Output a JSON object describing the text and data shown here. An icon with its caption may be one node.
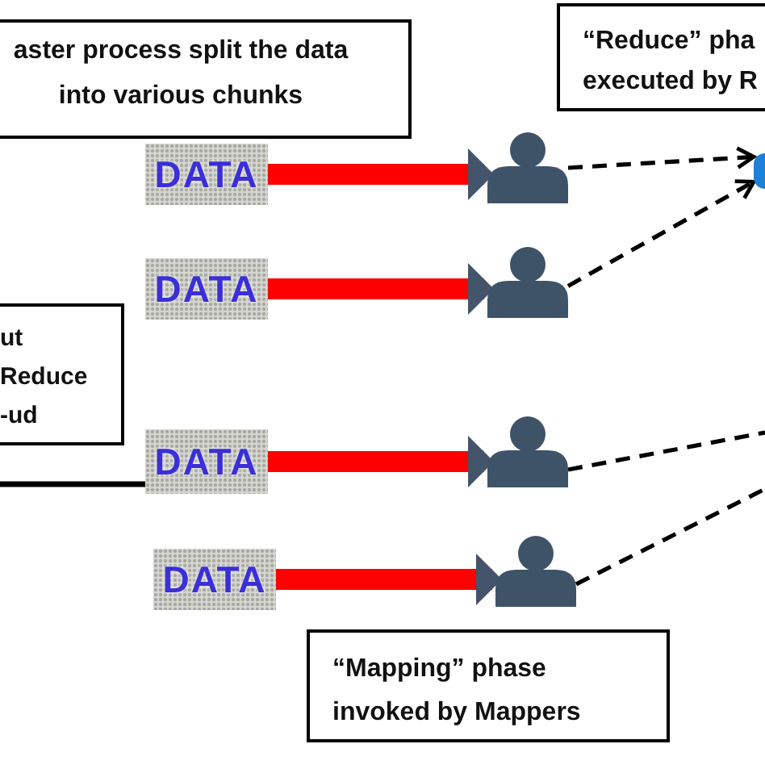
{
  "diagram": {
    "nodes": [
      {
        "text": [
          "aster process split the data into various chunks"
        ]
      },
      {
        "text": [
          "“Reduce” pha executed by R"
        ]
      },
      {
        "text": [
          "DATA"
        ]
      },
      {
        "text": [],
        "shape": "person"
      },
      {
        "text": [],
        "shape": "circle"
      },
      {
        "text": [
          "DATA"
        ]
      },
      {
        "text": [],
        "shape": "person"
      },
      {
        "text": [
          "ut Reduce -ud"
        ]
      },
      {
        "text": [
          "DATA"
        ]
      },
      {
        "text": [],
        "shape": "person"
      },
      {
        "text": [
          "DATA"
        ]
      },
      {
        "text": [],
        "shape": "person"
      },
      {
        "text": [
          "“Mapping” phase invoked by Mappers"
        ]
      }
    ],
    "edges": [
      {
        "from": 2,
        "to": 3,
        "arrow": "to",
        "style": "thick",
        "color": "#ff0000"
      },
      {
        "from": 3,
        "to": 4,
        "arrow": "to",
        "style": "dashed"
      },
      {
        "from": 5,
        "to": 6,
        "arrow": "to",
        "style": "thick",
        "color": "#ff0000"
      },
      {
        "from": 6,
        "to": 4,
        "arrow": "to",
        "style": "dashed"
      },
      {
        "from": null,
        "to": 8,
        "arrow": "none"
      },
      {
        "from": 8,
        "to": 9,
        "arrow": "to",
        "style": "thick",
        "color": "#ff0000"
      },
      {
        "from": 9,
        "to": null,
        "arrow": "none",
        "style": "dashed"
      },
      {
        "from": 10,
        "to": 11,
        "arrow": "to",
        "style": "thick",
        "color": "#ff0000"
      },
      {
        "from": 11,
        "to": null,
        "arrow": "none",
        "style": "dashed"
      }
    ]
  }
}
